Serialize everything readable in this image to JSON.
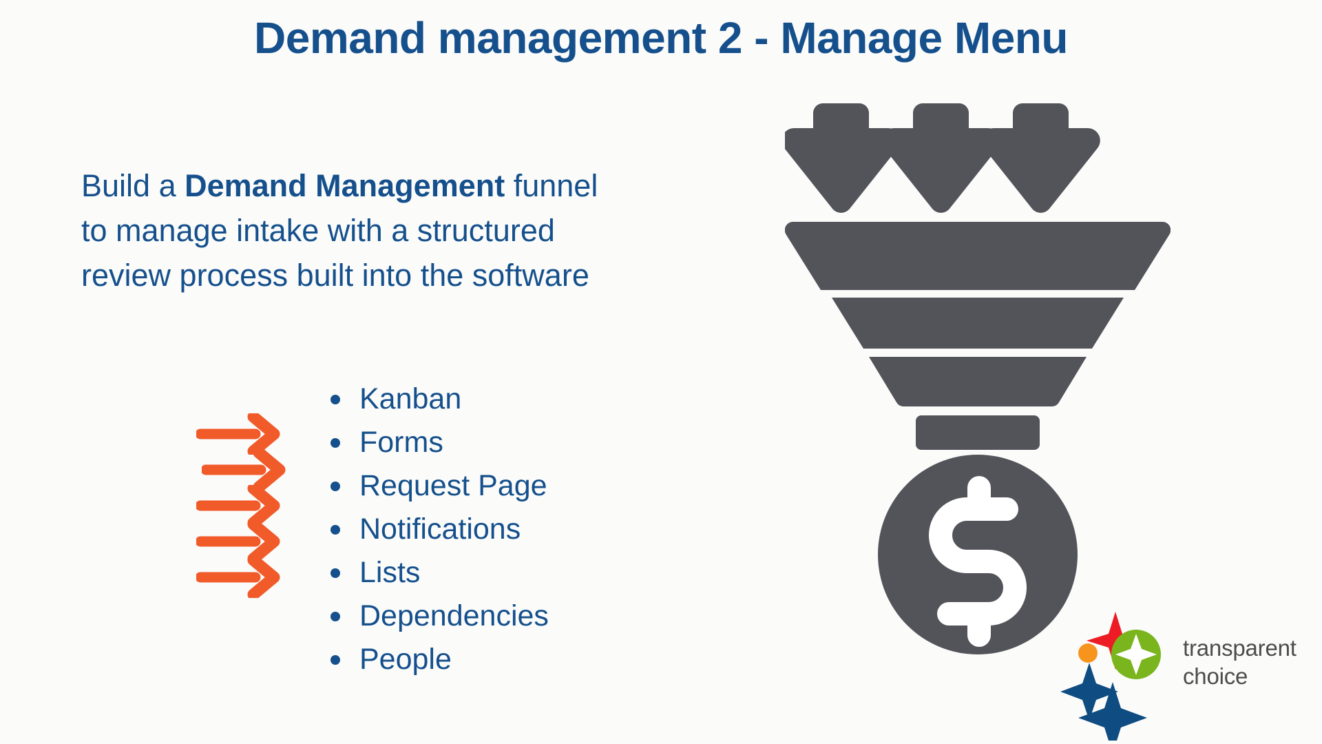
{
  "slide": {
    "title": "Demand management 2 - Manage Menu",
    "background_color": "#fbfbfa",
    "accent_blue": "#15508C",
    "accent_orange": "#F15A29",
    "funnel_gray": "#53535A"
  },
  "body": {
    "lead_text_before": "Build a ",
    "lead_text_bold": "Demand Management",
    "lead_text_after": " funnel to manage intake with a structured review process built into the software"
  },
  "features": [
    {
      "label": "Kanban",
      "has_arrow": false
    },
    {
      "label": "Forms",
      "has_arrow": true
    },
    {
      "label": "Request Page",
      "has_arrow": true
    },
    {
      "label": "Notifications",
      "has_arrow": true
    },
    {
      "label": "Lists",
      "has_arrow": true
    },
    {
      "label": "Dependencies",
      "has_arrow": true
    },
    {
      "label": "People",
      "has_arrow": false
    }
  ],
  "arrows": {
    "count": 5,
    "color": "#F15A29",
    "direction": "right"
  },
  "funnel": {
    "icon_name": "demand-funnel-icon",
    "color": "#53535A",
    "inbound_arrow_count": 3,
    "segment_count": 4,
    "outlet_symbol": "$"
  },
  "logo": {
    "line1": "transparent",
    "line2": "choice",
    "text_color": "#4c4c4c",
    "star_blue": "#0F4C81",
    "star_red": "#ED1C24",
    "circle_green": "#7AB51D",
    "dot_orange": "#F7941E"
  }
}
